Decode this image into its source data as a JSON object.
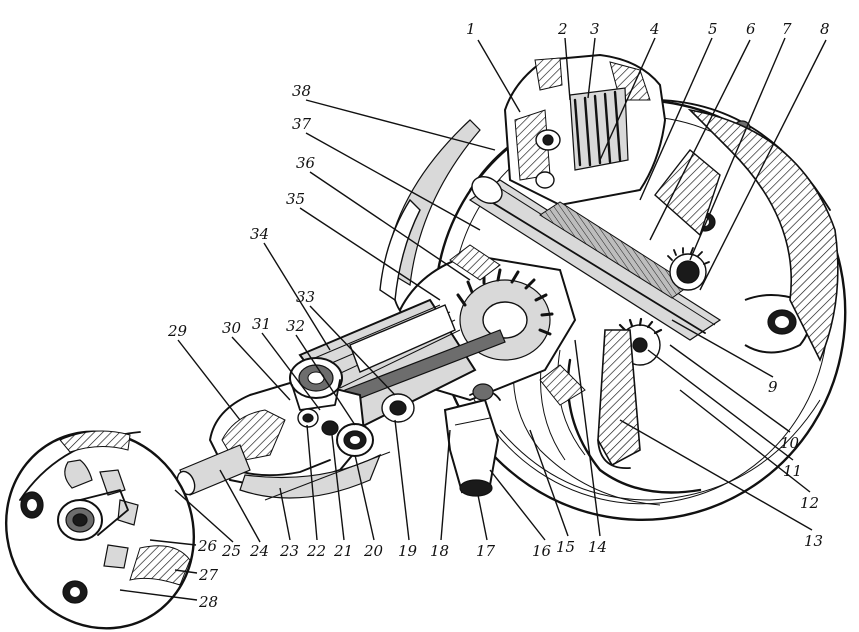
{
  "figure": {
    "callouts": [
      "1",
      "2",
      "3",
      "4",
      "5",
      "6",
      "7",
      "8",
      "9",
      "10",
      "11",
      "12",
      "13",
      "14",
      "15",
      "16",
      "17",
      "18",
      "19",
      "20",
      "21",
      "22",
      "23",
      "24",
      "25",
      "26",
      "27",
      "28",
      "29",
      "30",
      "31",
      "32",
      "33",
      "34",
      "35",
      "36",
      "37",
      "38"
    ]
  }
}
